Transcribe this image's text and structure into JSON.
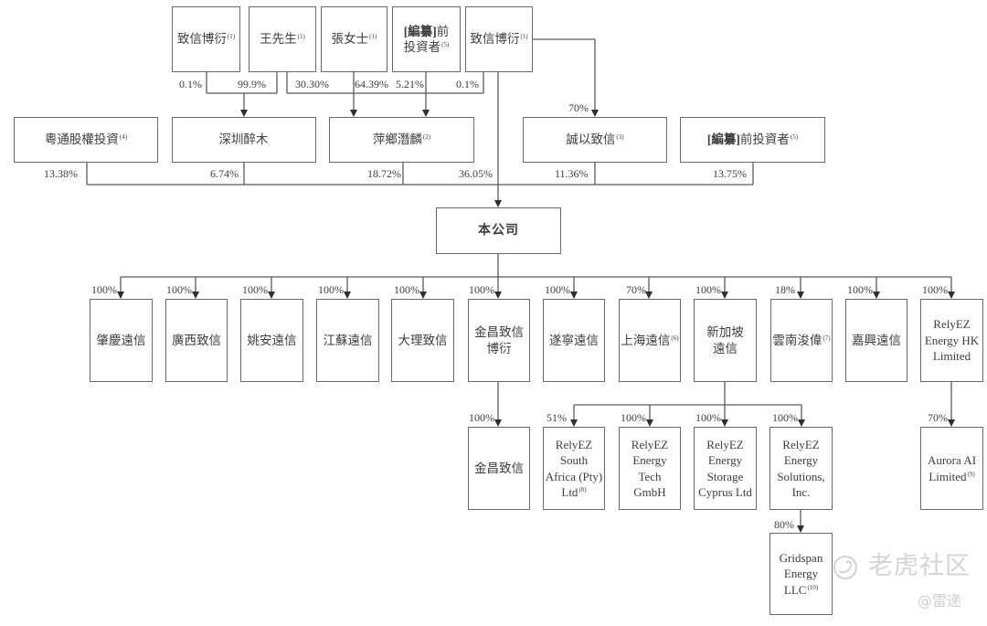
{
  "top_shareholders": [
    {
      "name": "致信博衍",
      "note": "(1)"
    },
    {
      "name": "王先生",
      "note": "(1)"
    },
    {
      "name": "張女士",
      "note": "(1)"
    },
    {
      "name_bold": "[編纂]",
      "name": "前",
      "name_line2": "投資者",
      "note": "(5)"
    },
    {
      "name": "致信博衍",
      "note": "(1)"
    }
  ],
  "top_edges": [
    {
      "from": "致信博衍",
      "to": "深圳醉木",
      "percent": "0.1%"
    },
    {
      "from": "王先生",
      "to": "深圳醉木",
      "percent": "99.9%"
    },
    {
      "from": "王先生",
      "to": "萍鄉潛麟",
      "percent": "30.30%"
    },
    {
      "from": "張女士",
      "to": "萍鄉潛麟",
      "percent": "64.39%"
    },
    {
      "from": "[編纂]前投資者",
      "to": "萍鄉潛麟",
      "percent": "5.21%"
    },
    {
      "from": "致信博衍",
      "to": "萍鄉潛麟",
      "percent": "0.1%"
    },
    {
      "from": "致信博衍",
      "to": "誠以致信",
      "percent": "70%"
    }
  ],
  "direct_shareholders": [
    {
      "name": "粵通股權投資",
      "note": "(4)",
      "percent": "13.38%"
    },
    {
      "name": "深圳醉木",
      "percent": "6.74%"
    },
    {
      "name": "萍鄉潛麟",
      "note": "(2)",
      "percent": "18.72%"
    },
    {
      "name": "誠以致信",
      "note": "(3)",
      "percent": "11.36%"
    },
    {
      "name_bold": "[編纂]",
      "name": "前投資者",
      "note": "(5)",
      "percent": "13.75%"
    }
  ],
  "direct_from_top": {
    "from": "致信博衍",
    "percent": "36.05%"
  },
  "company": {
    "name": "本公司"
  },
  "subsidiaries": [
    {
      "lines": [
        "肇慶遠信"
      ],
      "percent": "100%"
    },
    {
      "lines": [
        "廣西致信"
      ],
      "percent": "100%"
    },
    {
      "lines": [
        "姚安遠信"
      ],
      "percent": "100%"
    },
    {
      "lines": [
        "江蘇遠信"
      ],
      "percent": "100%"
    },
    {
      "lines": [
        "大理致信"
      ],
      "percent": "100%"
    },
    {
      "lines": [
        "金昌致信",
        "博衍"
      ],
      "percent": "100%"
    },
    {
      "lines": [
        "遂寧遠信"
      ],
      "percent": "100%"
    },
    {
      "lines": [
        "上海遠信"
      ],
      "note": "(6)",
      "percent": "70%"
    },
    {
      "lines": [
        "新加坡",
        "遠信"
      ],
      "percent": "100%"
    },
    {
      "lines": [
        "雲南浚偉"
      ],
      "note": "(7)",
      "percent": "18%"
    },
    {
      "lines": [
        "嘉興遠信"
      ],
      "percent": "100%"
    },
    {
      "lines": [
        "RelyEZ",
        "Energy HK",
        "Limited"
      ],
      "percent": "100%"
    }
  ],
  "second_tier": [
    {
      "parent": "金昌致信博衍",
      "lines": [
        "金昌致信"
      ],
      "percent": "100%"
    },
    {
      "parent": "新加坡遠信",
      "lines": [
        "RelyEZ",
        "South",
        "Africa (Pty)",
        "Ltd"
      ],
      "note": "(8)",
      "percent": "51%"
    },
    {
      "parent": "新加坡遠信",
      "lines": [
        "RelyEZ",
        "Energy",
        "Tech",
        "GmbH"
      ],
      "percent": "100%"
    },
    {
      "parent": "新加坡遠信",
      "lines": [
        "RelyEZ",
        "Energy",
        "Storage",
        "Cyprus Ltd"
      ],
      "percent": "100%"
    },
    {
      "parent": "新加坡遠信",
      "lines": [
        "RelyEZ",
        "Energy",
        "Solutions,",
        "Inc."
      ],
      "percent": "100%"
    },
    {
      "parent": "RelyEZ Energy HK Limited",
      "lines": [
        "Aurora AI",
        "Limited"
      ],
      "note": "(9)",
      "percent": "70%"
    }
  ],
  "third_tier": [
    {
      "parent": "RelyEZ Energy Solutions, Inc.",
      "lines": [
        "Gridspan",
        "Energy",
        "LLC"
      ],
      "note": "(10)",
      "percent": "80%"
    }
  ],
  "watermark": {
    "brand": "老虎社区",
    "author": "@雷递",
    "icon": "tiger-community-logo"
  }
}
